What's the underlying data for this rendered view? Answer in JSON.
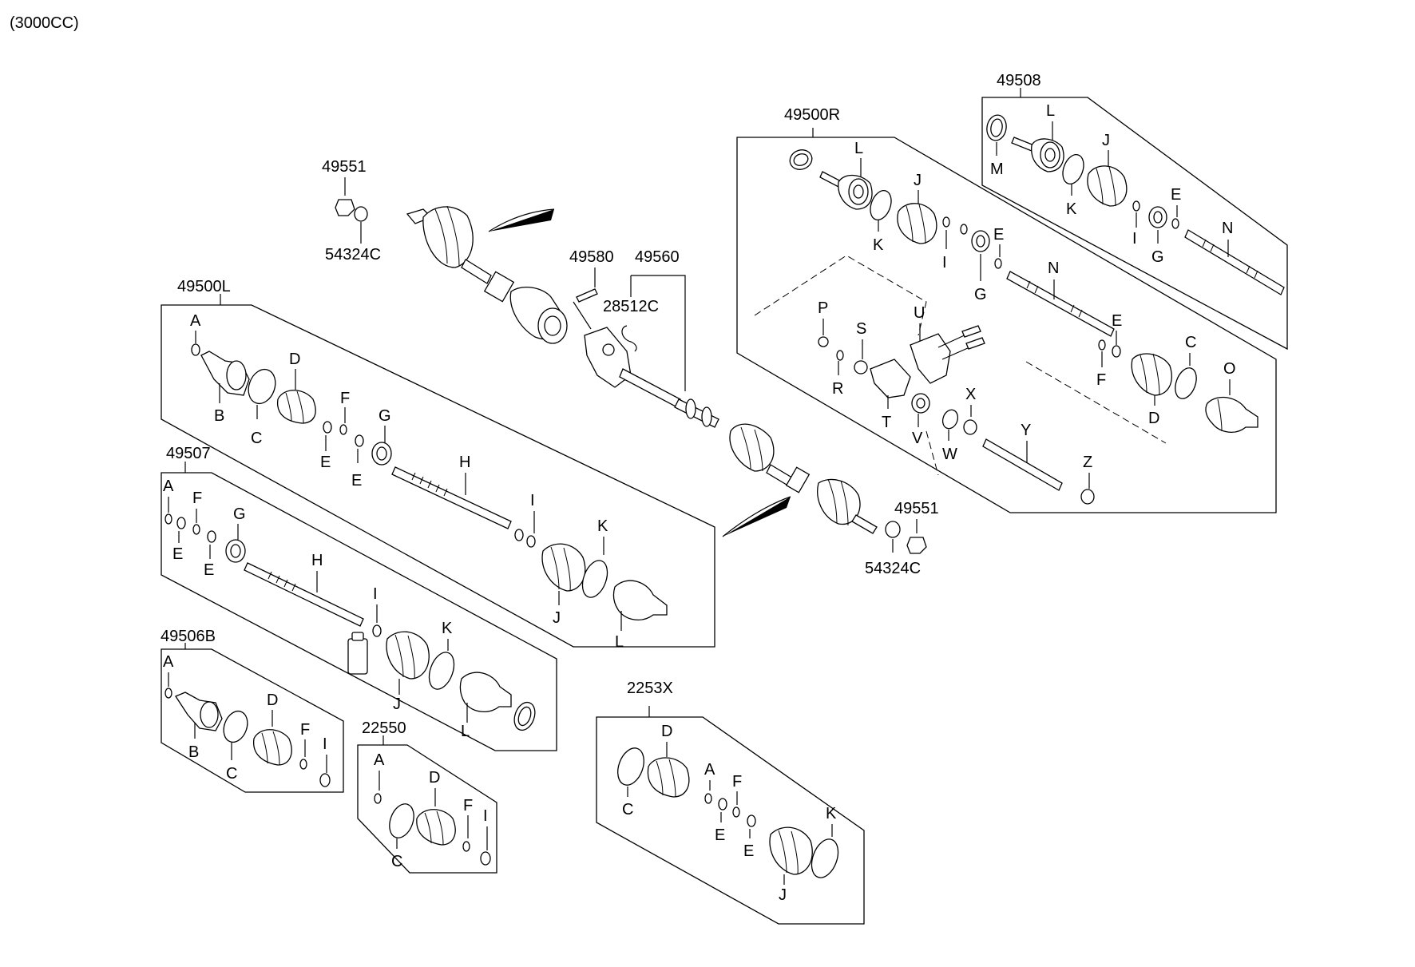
{
  "header": {
    "engine_note": "(3000CC)"
  },
  "assemblies": {
    "a49500L": {
      "number": "49500L"
    },
    "a49507": {
      "number": "49507"
    },
    "a49506B": {
      "number": "49506B"
    },
    "a22550": {
      "number": "22550"
    },
    "a2253X": {
      "number": "2253X"
    },
    "a49500R": {
      "number": "49500R"
    },
    "a49508": {
      "number": "49508"
    }
  },
  "callouts": {
    "c49551_top": "49551",
    "c54324C_top": "54324C",
    "c49580": "49580",
    "c49560": "49560",
    "c28512C": "28512C",
    "c49551_bot": "49551",
    "c54324C_bot": "54324C"
  },
  "letters": {
    "A": "A",
    "B": "B",
    "C": "C",
    "D": "D",
    "E": "E",
    "F": "F",
    "G": "G",
    "H": "H",
    "I": "I",
    "J": "J",
    "K": "K",
    "L": "L",
    "M": "M",
    "N": "N",
    "O": "O",
    "P": "P",
    "R": "R",
    "S": "S",
    "T": "T",
    "U": "U",
    "V": "V",
    "W": "W",
    "X": "X",
    "Y": "Y",
    "Z": "Z"
  }
}
